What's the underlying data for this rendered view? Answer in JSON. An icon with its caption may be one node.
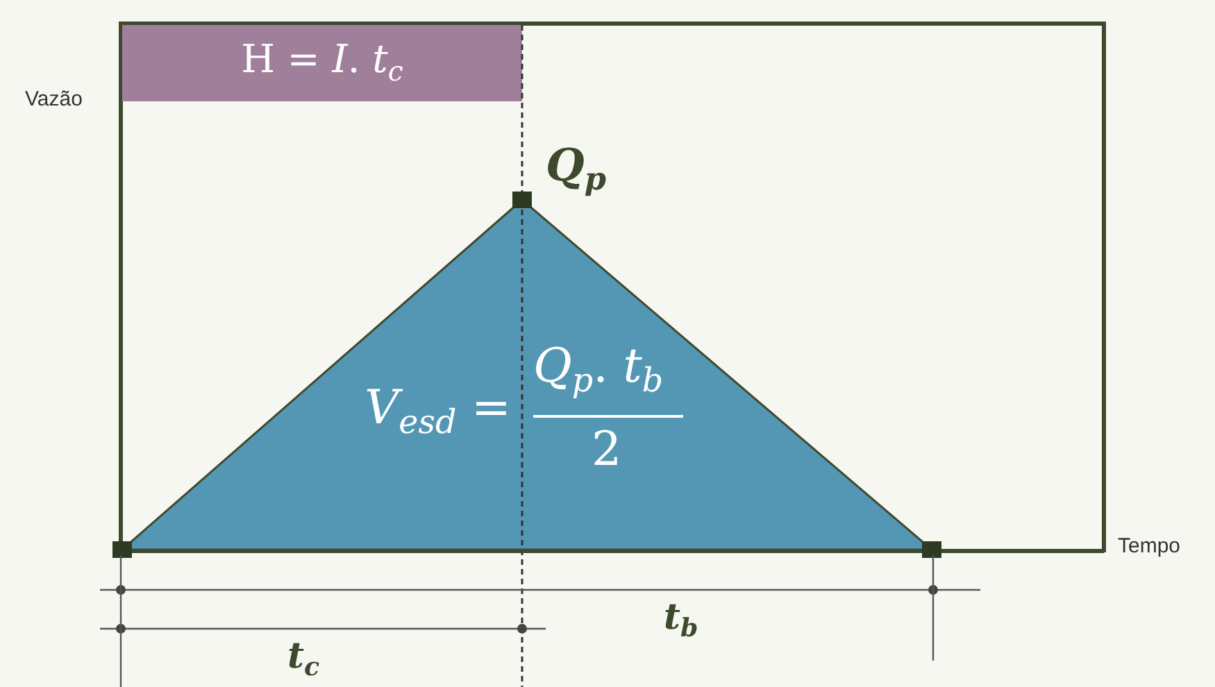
{
  "diagram": {
    "nodes": [
      {
        "text": [
          "H = *I*. *t*$_{c}$"
        ]
      },
      {
        "text": [
          "*V*$_{esd}$ =",
          "*Q*$_{p}$. *t*$_{b}$",
          "2"
        ]
      }
    ],
    "labels": [
      "Vazão",
      "*Q*$_{p}$",
      "Tempo",
      "*t*$_{b}$",
      "*t*$_{c}$"
    ]
  }
}
